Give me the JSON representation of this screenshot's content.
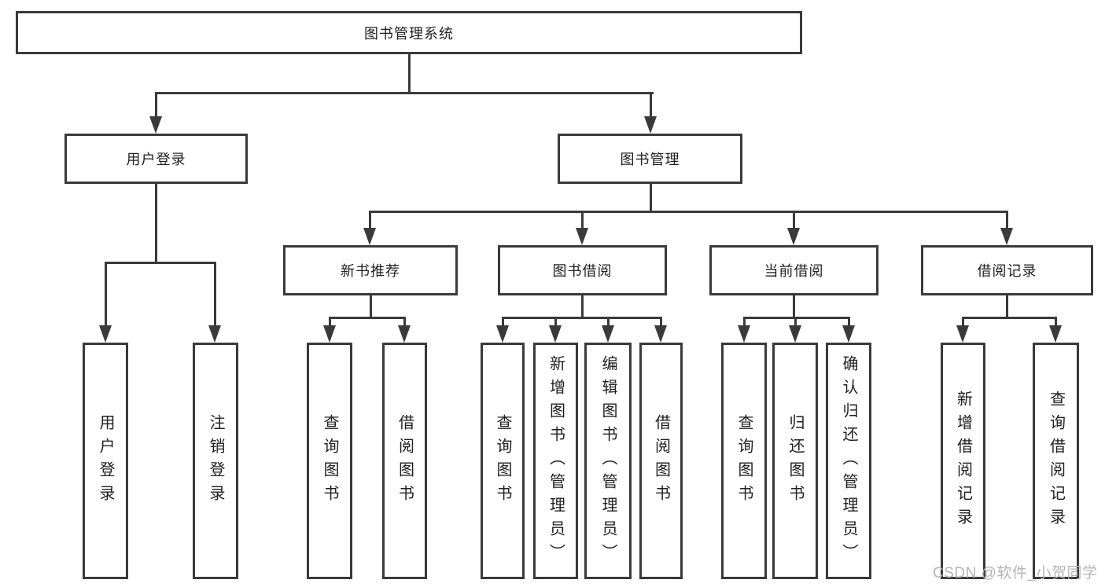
{
  "colors": {
    "line": "#3a3a3a",
    "text": "#1f1f1f",
    "watermark": "#b5b5b5",
    "background": "#ffffff"
  },
  "tree": {
    "root": "图书管理系统",
    "level2": [
      "用户登录",
      "图书管理"
    ],
    "level3": [
      "新书推荐",
      "图书借阅",
      "当前借阅",
      "借阅记录"
    ],
    "leaves": {
      "login": [
        "用户登录",
        "注销登录"
      ],
      "newbook": [
        "查询图书",
        "借阅图书"
      ],
      "borrow": [
        "查询图书",
        "新增图书（管理员）",
        "编辑图书（管理员）",
        "借阅图书"
      ],
      "current": [
        "查询图书",
        "归还图书",
        "确认归还（管理员）"
      ],
      "records": [
        "新增借阅记录",
        "查询借阅记录"
      ]
    }
  },
  "watermark": "CSDN @软件_小贺同学"
}
